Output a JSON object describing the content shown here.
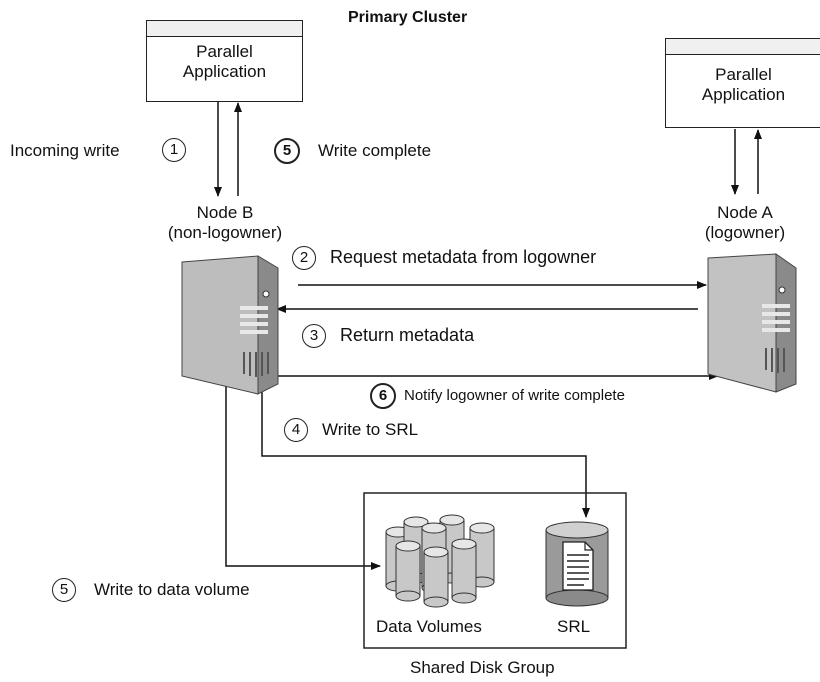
{
  "title": "Primary Cluster",
  "app_left": {
    "line1": "Parallel",
    "line2": "Application"
  },
  "app_right": {
    "line1": "Parallel",
    "line2": "Application"
  },
  "node_b": {
    "line1": "Node B",
    "line2": "(non-logowner)"
  },
  "node_a": {
    "line1": "Node A",
    "line2": "(logowner)"
  },
  "steps": {
    "incoming_write": {
      "num": "1",
      "text": "Incoming write"
    },
    "write_complete": {
      "num": "5",
      "text": "Write complete"
    },
    "request_metadata": {
      "num": "2",
      "text": "Request metadata from logowner"
    },
    "return_metadata": {
      "num": "3",
      "text": "Return metadata"
    },
    "notify_logowner": {
      "num": "6",
      "text": "Notify logowner of write complete"
    },
    "write_srl": {
      "num": "4",
      "text": "Write to SRL"
    },
    "write_data_volume": {
      "num": "5",
      "text": "Write to data volume"
    }
  },
  "disk_group": {
    "label": "Shared Disk Group",
    "data_volumes_label": "Data Volumes",
    "srl_label": "SRL"
  },
  "icons": {
    "server": "server-tower-icon",
    "data_volumes": "disk-stack-icon",
    "srl": "document-cylinder-icon"
  }
}
